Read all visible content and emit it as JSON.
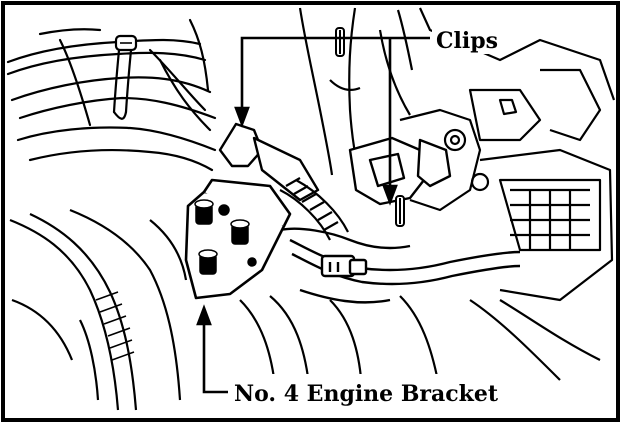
{
  "diagram": {
    "style": "black-and-white line drawing",
    "ink_color": "#000000",
    "paper_color": "#ffffff"
  },
  "callouts": {
    "clips": "Clips",
    "engine_bracket": "No. 4 Engine Bracket"
  }
}
